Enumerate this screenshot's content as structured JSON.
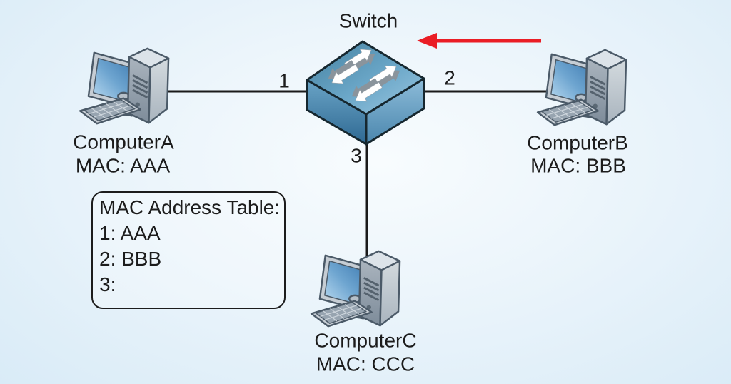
{
  "diagram_type": "network-switch-diagram",
  "switch": {
    "label": "Switch"
  },
  "ports": {
    "p1": "1",
    "p2": "2",
    "p3": "3"
  },
  "computers": [
    {
      "name": "ComputerA",
      "mac": "MAC: AAA"
    },
    {
      "name": "ComputerB",
      "mac": "MAC: BBB"
    },
    {
      "name": "ComputerC",
      "mac": "MAC: CCC"
    }
  ],
  "mac_table": {
    "title": "MAC Address Table:",
    "entries": [
      "1: AAA",
      "2: BBB",
      "3:"
    ]
  },
  "colors": {
    "background_edge": "#d9ebf7",
    "background_center": "#f8fcfe",
    "switch_top_dark": "#44809f",
    "switch_top_light": "#9cc8e2",
    "link_line": "#1a1a1a",
    "red_arrow": "#ea1d25",
    "text": "#1c1c1c"
  }
}
